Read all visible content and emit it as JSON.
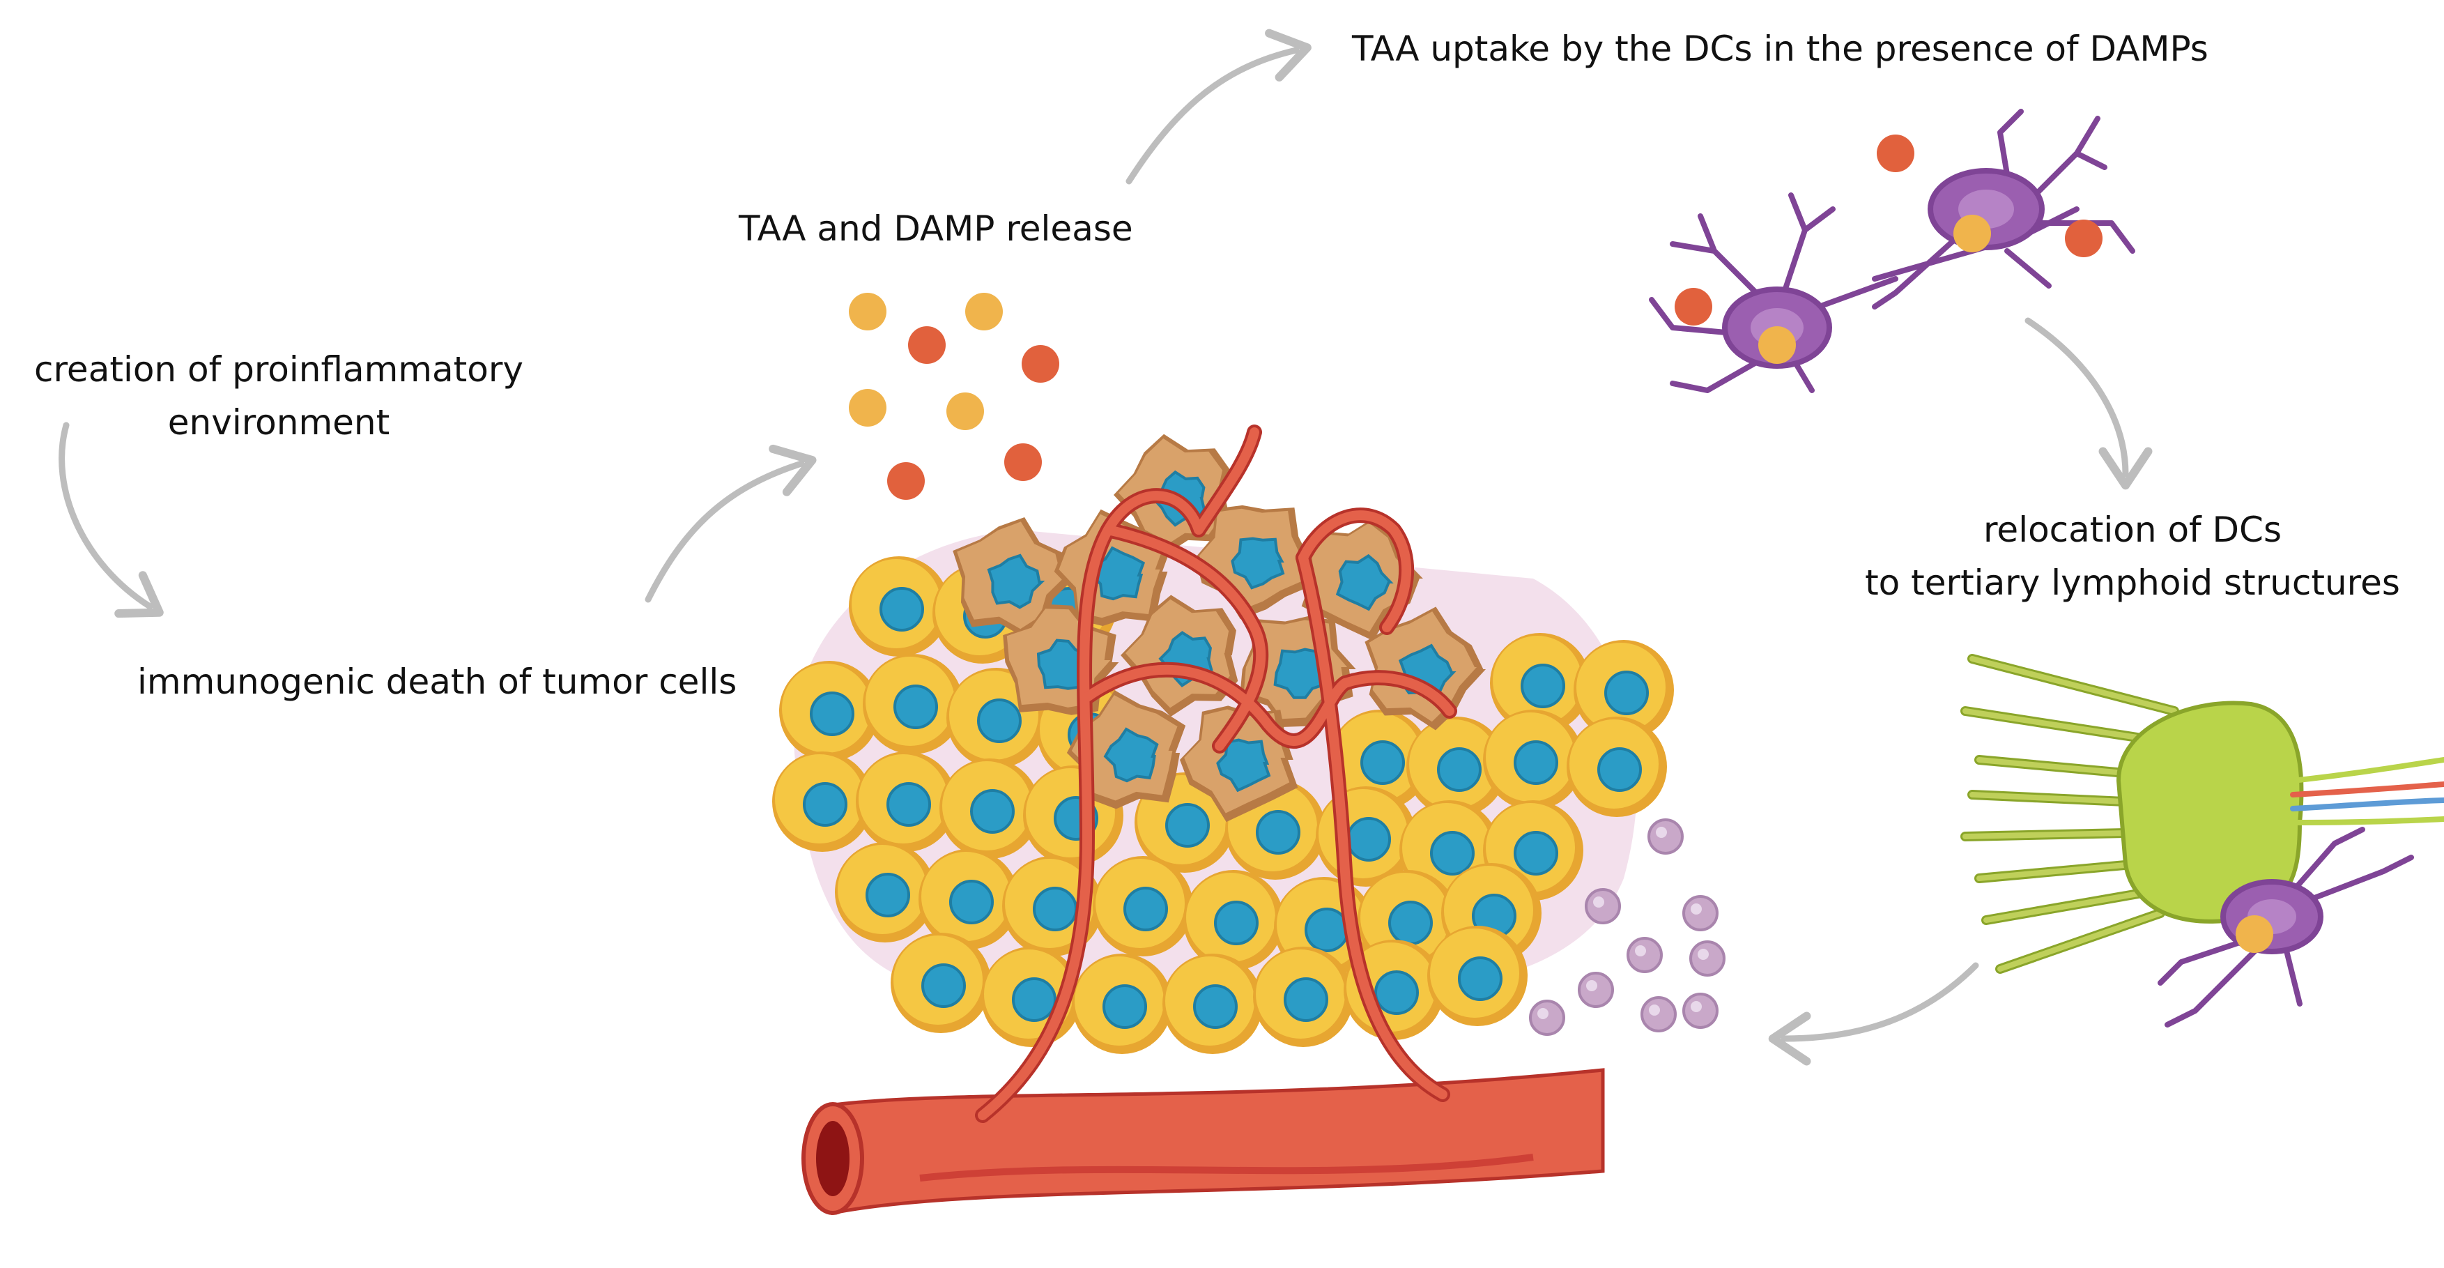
{
  "labels": {
    "proinflammatory_line1": "creation of proinflammatory",
    "proinflammatory_line2": "environment",
    "immunogenic_death": "immunogenic death of tumor cells",
    "taa_damp_release": "TAA and DAMP release",
    "taa_uptake": "TAA uptake by the DCs in the presence of DAMPs",
    "relocation_line1": "relocation of DCs",
    "relocation_line2": "to tertiary lymphoid structures"
  },
  "colors": {
    "taa_particle": "#f0b44c",
    "damp_particle": "#e1613d",
    "vessel": "#e4614a",
    "vessel_dark": "#b7322a",
    "healthy_cell": "#f5c743",
    "healthy_cell_rim": "#e7a631",
    "nucleus": "#2b9cc6",
    "tumor_cell": "#d9a26a",
    "tumor_rim": "#b77a45",
    "dendritic_cell": "#9b5fb0",
    "lymph_node": "#b9d44a",
    "lymph_strand": "#bfd05a",
    "immune_particle": "#c9a8c9",
    "arrow": "#bdbdbd"
  }
}
